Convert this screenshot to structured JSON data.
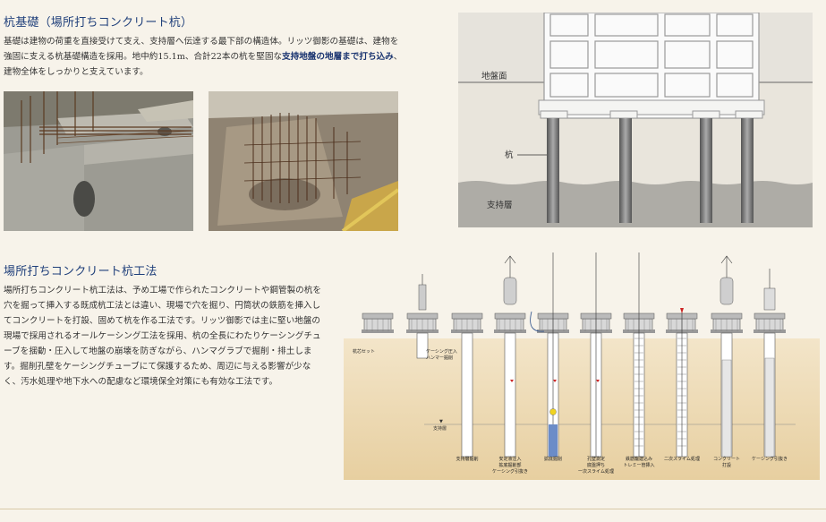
{
  "section1": {
    "title": "杭基礎（場所打ちコンクリート杭）",
    "body_pre": "基礎は建物の荷重を直接受けて支え、支持層へ伝達する最下部の構造体。リッツ御影の基礎は、建物を強固に支える杭基礎構造を採用。地中約15.1m、合計22本の杭を堅固な",
    "body_emph": "支持地盤の地層まで打ち込み",
    "body_post": "、建物全体をしっかりと支えています。"
  },
  "diagram1": {
    "ground_label": "地盤面",
    "pile_label": "杭",
    "bearing_label": "支持層"
  },
  "section2": {
    "title": "場所打ちコンクリート杭工法",
    "body": "場所打ちコンクリート杭工法は、予め工場で作られたコンクリートや鋼管製の杭を穴を掘って挿入する既成杭工法とは違い、現場で穴を掘り、円筒状の鉄筋を挿入してコンクリートを打設、固めて杭を作る工法です。リッツ御影では主に堅い地盤の現場で採用されるオールケーシング工法を採用、杭の全長にわたりケーシングチューブを揺動・圧入して地盤の崩壊を防ぎながら、ハンマグラブで掘削・排土します。掘削孔壁をケーシングチューブにて保護するため、周辺に与える影響が少なく、汚水処理や地下水への配慮など環境保全対策にも有効な工法です。"
  },
  "diagram2": {
    "bearing_label": "支持層",
    "steps": [
      {
        "label": "杭芯セット"
      },
      {
        "label": "ケーシング圧入\nハンマー掘削"
      },
      {
        "label": "支持層掘削"
      },
      {
        "label": "安定液注入\n拡底掘削部\nケーシング引抜き"
      },
      {
        "label": "拡底掘削"
      },
      {
        "label": "孔壁測定\n底盤押ち\n一次スライム処理"
      },
      {
        "label": "鉄筋籠建込み\nトレミー管挿入"
      },
      {
        "label": "二次スライム処理"
      },
      {
        "label": "コンクリート\n打設"
      },
      {
        "label": "ケーシング引抜き"
      }
    ]
  }
}
